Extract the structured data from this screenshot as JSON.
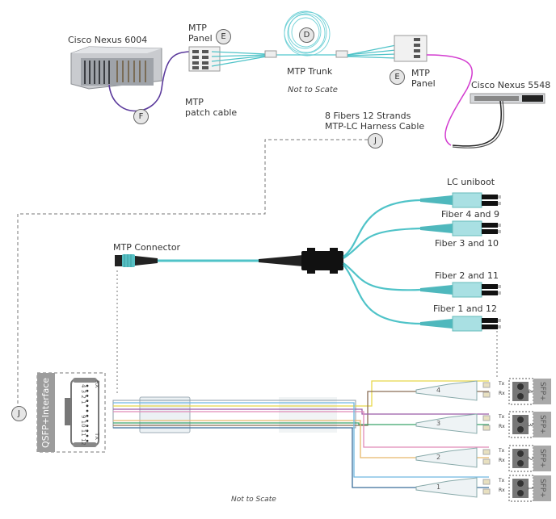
{
  "top_diagram": {
    "switch_left": "Cisco Nexus 6004",
    "switch_right": "Cisco Nexus 5548",
    "panel_left": {
      "line1": "MTP",
      "line2": "Panel"
    },
    "panel_right": {
      "line1": "MTP",
      "line2": "Panel"
    },
    "trunk_label": "MTP Trunk",
    "not_to_scale": "Not to Scate",
    "patch_cable": {
      "line1": "MTP",
      "line2": "patch cable"
    },
    "harness": {
      "line1": "8 Fibers 12 Strands",
      "line2": "MTP-LC Harness Cable"
    },
    "markers": {
      "D": "D",
      "E1": "E",
      "E2": "E",
      "F": "F",
      "J": "J"
    },
    "colors": {
      "aqua": "#4fc3c8",
      "purple": "#5b3a9c",
      "magenta": "#d33cd0",
      "black": "#222222"
    }
  },
  "middle_diagram": {
    "mtp_connector": "MTP Connector",
    "lc_uniboot": "LC uniboot",
    "fiber_labels": [
      "Fiber 4 and 9",
      "Fiber 3 and 10",
      "Fiber 2 and 11",
      "Fiber 1 and 12"
    ]
  },
  "bottom_diagram": {
    "qsfp_label": "QSFP+Interface",
    "pin_top": "4 3 2 1",
    "pin_bottom": "9 10 11 12",
    "rx": "RX",
    "tx": "TX",
    "marker_J": "J",
    "sfp_ports": [
      {
        "label": "SFP+ 4",
        "breakout": "4",
        "tx": "Tx",
        "rx": "Rx"
      },
      {
        "label": "SFP+ 3",
        "breakout": "3",
        "tx": "Tx",
        "rx": "Rx"
      },
      {
        "label": "SFP+ 2",
        "breakout": "2",
        "tx": "Tx",
        "rx": "Rx"
      },
      {
        "label": "SFP+ 1",
        "breakout": "1",
        "tx": "Tx",
        "rx": "Rx"
      }
    ],
    "not_to_scale": "Not to Scate",
    "strand_colors": [
      "#e8d84a",
      "#8a6e56",
      "#9a5ca8",
      "#3aa36a",
      "#e08ab8",
      "#e6b86a",
      "#6fb8e0",
      "#3a6e9a"
    ]
  }
}
